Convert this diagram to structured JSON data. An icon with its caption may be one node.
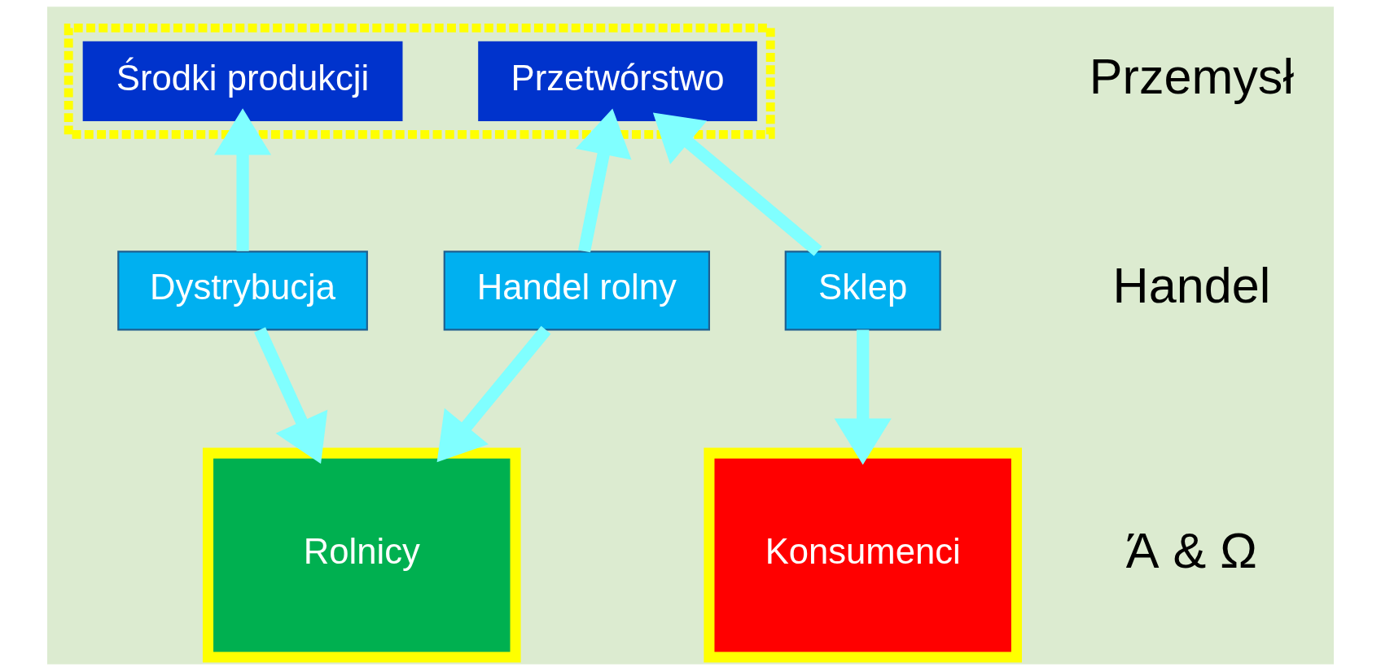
{
  "diagram": {
    "nodes": [
      {
        "text": [],
        "shape": "box"
      },
      {
        "text": [
          "Środki produkcji"
        ],
        "in": 0
      },
      {
        "text": [
          "Przetwórstwo"
        ],
        "in": 0
      },
      {
        "text": [
          "Dystrybucja"
        ]
      },
      {
        "text": [
          "Handel rolny"
        ]
      },
      {
        "text": [
          "Sklep"
        ]
      },
      {
        "text": [
          "Rolnicy"
        ]
      },
      {
        "text": [
          "Konsumenci"
        ]
      }
    ],
    "edges": [
      {
        "from": 3,
        "to": 1,
        "arrow": "to"
      },
      {
        "from": 3,
        "to": 6,
        "arrow": "to"
      },
      {
        "from": 4,
        "to": 2,
        "arrow": "to"
      },
      {
        "from": 4,
        "to": 6,
        "arrow": "to"
      },
      {
        "from": 5,
        "to": 2,
        "arrow": "to"
      },
      {
        "from": 5,
        "to": 7,
        "arrow": "to"
      }
    ],
    "labels": [
      "Przemysł",
      "Handel",
      "Ά & Ω"
    ]
  }
}
